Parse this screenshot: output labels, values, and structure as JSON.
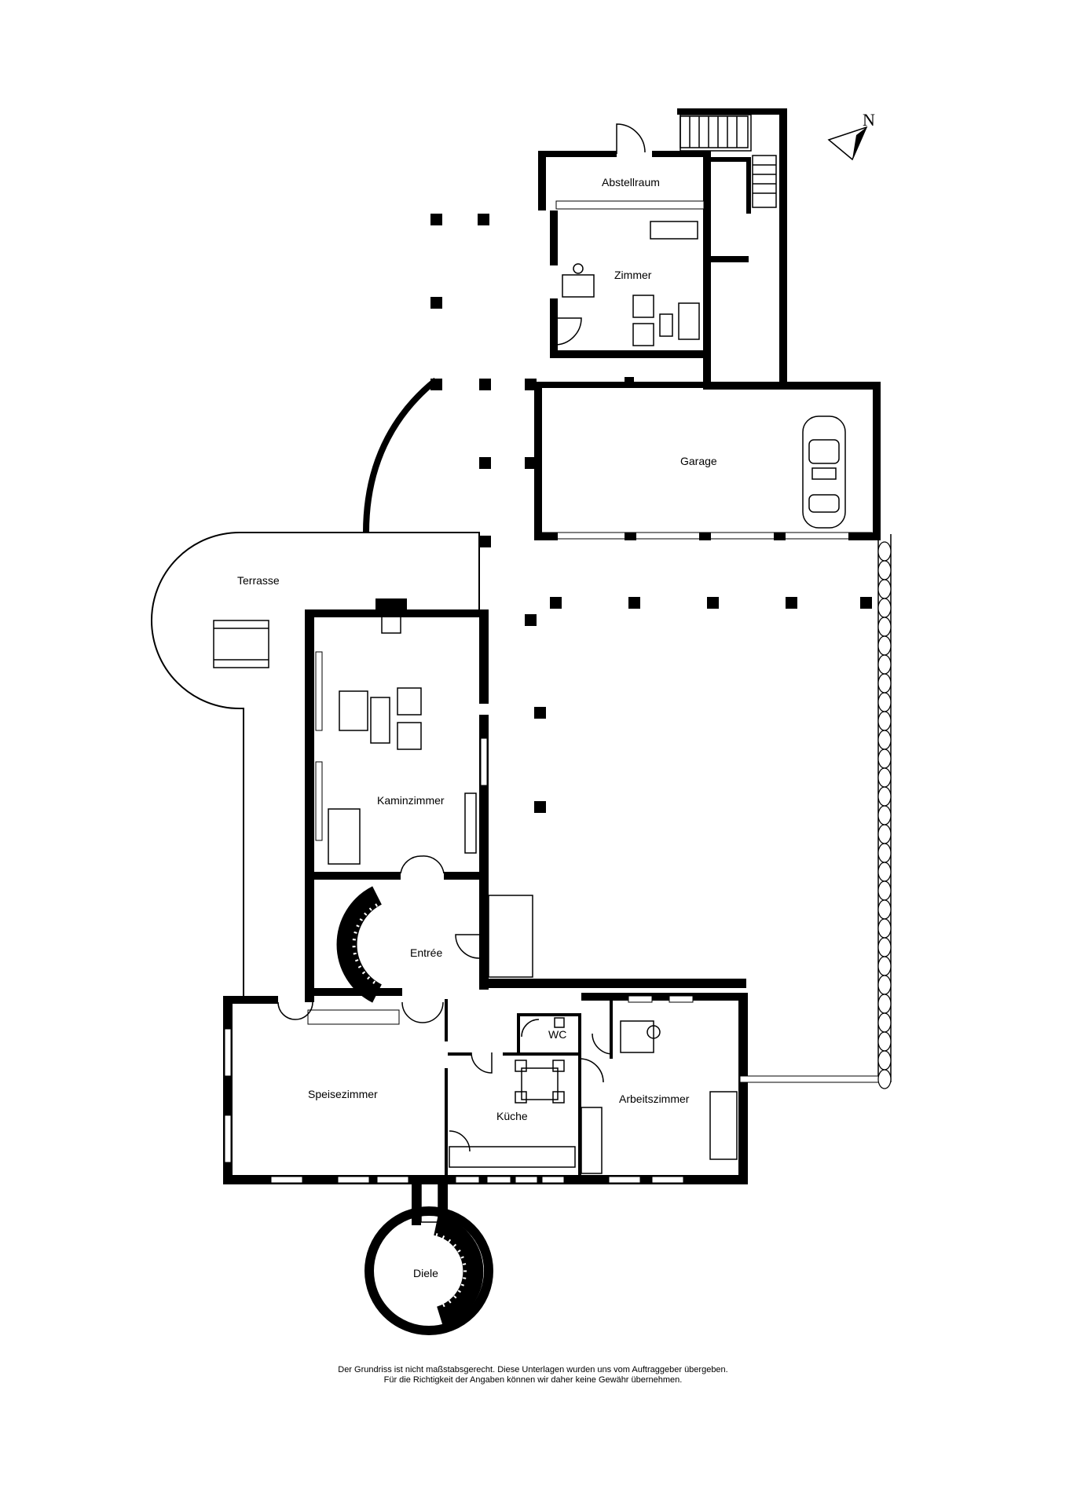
{
  "rooms": {
    "abstellraum": "Abstellraum",
    "zimmer": "Zimmer",
    "garage": "Garage",
    "terrasse": "Terrasse",
    "kaminzimmer": "Kaminzimmer",
    "entree": "Entrée",
    "wc": "WC",
    "speisezimmer": "Speisezimmer",
    "kueche": "Küche",
    "arbeitszimmer": "Arbeitszimmer",
    "diele": "Diele"
  },
  "compass": {
    "label": "N",
    "icon": "north-arrow-icon"
  },
  "disclaimer": {
    "line1": "Der Grundriss ist nicht maßstabsgerecht. Diese Unterlagen wurden uns vom Auftraggeber übergeben.",
    "line2": "Für die Richtigkeit der Angaben können wir daher keine Gewähr übernehmen."
  }
}
